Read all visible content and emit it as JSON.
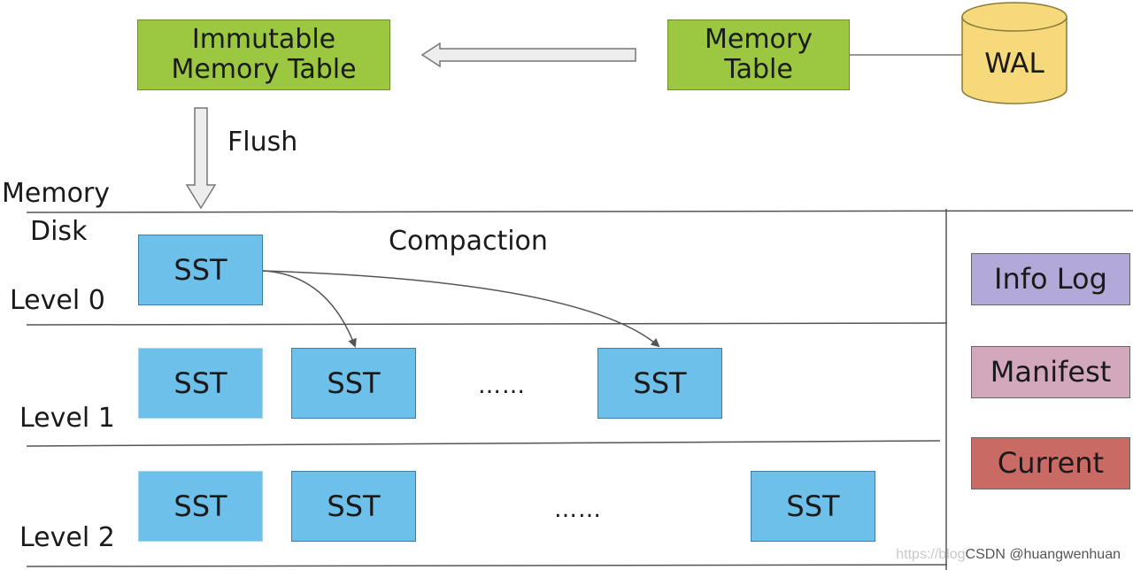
{
  "components": {
    "immutable_memory_table": "Immutable\nMemory Table",
    "memory_table": "Memory\nTable",
    "wal": "WAL"
  },
  "labels": {
    "flush": "Flush",
    "compaction": "Compaction",
    "memory": "Memory",
    "disk": "Disk",
    "level_0": "Level 0",
    "level_1": "Level 1",
    "level_2": "Level 2"
  },
  "levels": {
    "level_0": {
      "files": [
        "SST"
      ]
    },
    "level_1": {
      "files": [
        "SST",
        "SST",
        "SST"
      ],
      "ellipsis": "……"
    },
    "level_2": {
      "files": [
        "SST",
        "SST",
        "SST"
      ],
      "ellipsis": "……"
    }
  },
  "metadata_files": [
    "Info Log",
    "Manifest",
    "Current"
  ],
  "colors": {
    "memory_table": "#9bc741",
    "wal": "#f6d97a",
    "sst": "#6cc0ea",
    "info_log": "#b3a9d8",
    "manifest": "#d3a8bd",
    "current": "#c96a64"
  },
  "watermark": {
    "faint": "https://blog",
    "strong": "CSDN @huangwenhuan"
  }
}
